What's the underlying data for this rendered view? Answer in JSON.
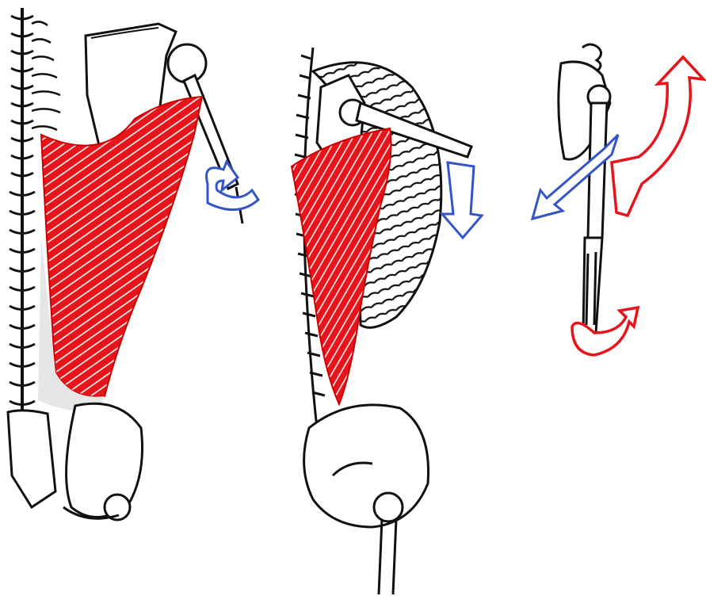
{
  "illustration": {
    "panels": [
      {
        "id": "posterior-view",
        "muscle": "latissimus-dorsi",
        "movement_arrow": "blue-rotation-arrow"
      },
      {
        "id": "lateral-view",
        "muscle": "latissimus-dorsi",
        "movement_arrow": "blue-down-arrow"
      },
      {
        "id": "arm-diagram",
        "movement_arrows": [
          "blue-adduction-arrow",
          "red-extension-arrow",
          "red-rotation-arrow"
        ]
      }
    ],
    "colors": {
      "muscle": "#e8141c",
      "bone_outline": "#111111",
      "blue_arrow": "#3355c9",
      "red_arrow": "#e8141c",
      "background": "#ffffff"
    }
  }
}
